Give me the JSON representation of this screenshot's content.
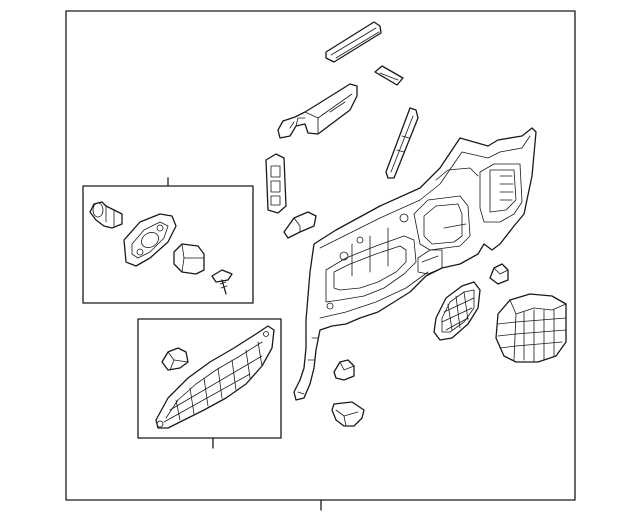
{
  "diagram": {
    "kind": "exploded-parts-diagram",
    "callouts": [],
    "colors": {
      "line": "#1a1a1a",
      "background": "#ffffff"
    },
    "parts": [
      "rear-bracket",
      "small-clip",
      "upper-trim-bracket",
      "vertical-molding",
      "vent-grille",
      "small-bracket",
      "quarter-trim-panel",
      "mesh-grille",
      "speaker-enclosure",
      "clip-a",
      "clip-b",
      "clip-c",
      "power-outlet-assembly",
      "trim-panel-assembly"
    ]
  }
}
